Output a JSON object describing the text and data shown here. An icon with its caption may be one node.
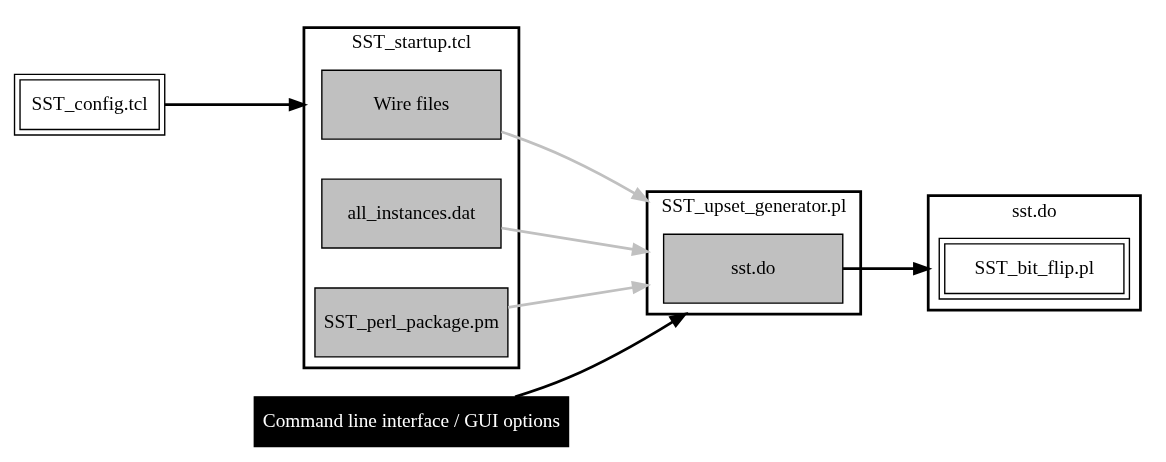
{
  "diagram": {
    "nodes": [
      {
        "text": [
          "SST_config.tcl"
        ]
      },
      {
        "text": [
          "SST_startup.tcl"
        ]
      },
      {
        "text": [
          "Wire files"
        ],
        "in": 1
      },
      {
        "text": [
          "all_instances.dat"
        ],
        "in": 1
      },
      {
        "text": [
          "SST_perl_package.pm"
        ],
        "in": 1
      },
      {
        "text": [
          "Command line interface / GUI options"
        ]
      },
      {
        "text": [
          "SST_upset_generator.pl"
        ]
      },
      {
        "text": [
          "sst.do"
        ],
        "in": 6
      },
      {
        "text": [
          "sst.do"
        ]
      },
      {
        "text": [
          "SST_bit_flip.pl"
        ],
        "in": 8
      }
    ],
    "edges": [
      {
        "from": 0,
        "to": 1,
        "arrow": "to"
      },
      {
        "from": 2,
        "to": 6,
        "arrow": "to",
        "color": "#c0c0c0"
      },
      {
        "from": 3,
        "to": 6,
        "arrow": "to",
        "color": "#c0c0c0"
      },
      {
        "from": 4,
        "to": 6,
        "arrow": "to",
        "color": "#c0c0c0"
      },
      {
        "from": 5,
        "to": 6,
        "arrow": "to"
      },
      {
        "from": 7,
        "to": 8,
        "arrow": "to"
      }
    ]
  }
}
